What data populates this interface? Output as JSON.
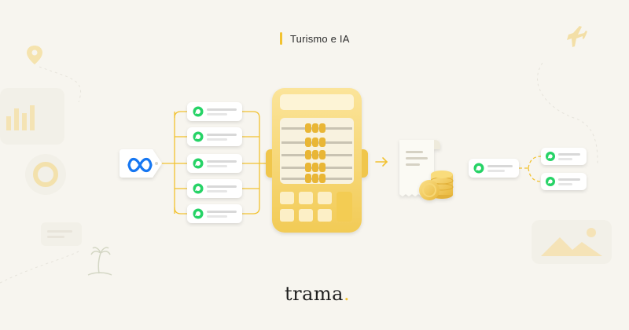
{
  "header": {
    "tag_label": "Turismo e IA",
    "accent_color": "#f2c230"
  },
  "brand": {
    "name": "trama",
    "dot": "."
  },
  "icons": {
    "meta": "meta-logo-icon",
    "chat": "whatsapp-icon",
    "left_chat_count": 5,
    "right_chat_count": 2,
    "center": "calculator-abacus-icon",
    "receipt": "receipt-icon",
    "coins": "coins-icon"
  },
  "colors": {
    "background": "#f7f5ef",
    "yellow": "#f6d76a",
    "yellow_dark": "#e6b83e",
    "whatsapp_green": "#25d366",
    "line": "#f2c230"
  }
}
